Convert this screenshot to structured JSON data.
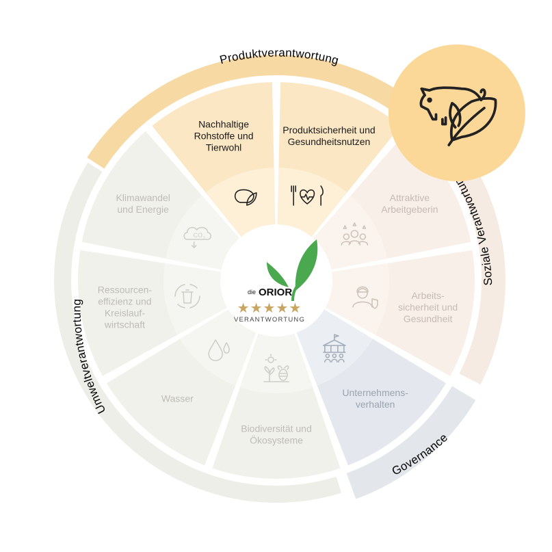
{
  "colors": {
    "active_fill": "#fbe7c4",
    "active_ring": "#f7d9a3",
    "active_text": "#1a1a1a",
    "env_fill": "#f1f1ec",
    "env_ring": "#eeeee8",
    "env_text": "#bdbdb5",
    "social_fill": "#f8efe8",
    "social_ring": "#f5ebe3",
    "social_text": "#c6bcb4",
    "gov_fill": "#e4e8ee",
    "gov_ring": "#e3e7ec",
    "gov_text": "#9aa3ae",
    "logo_green": "#4aa84f",
    "logo_gold": "#c8a560",
    "highlight_circle": "#fcd898"
  },
  "rings": {
    "produkt": "Produktverantwortung",
    "sozial": "Soziale Verantwortung",
    "governance": "Governance",
    "umwelt": "Umweltverantwortung"
  },
  "segments": [
    {
      "id": "rohstoffe",
      "lines": [
        "Nachhaltige",
        "Rohstoffe und",
        "Tierwohl"
      ],
      "icon": "pig-leaf-icon",
      "group": "produkt"
    },
    {
      "id": "produktsicherheit",
      "lines": [
        "Produktsicherheit und",
        "Gesundheitsnutzen"
      ],
      "icon": "heart-cutlery-icon",
      "group": "produkt"
    },
    {
      "id": "arbeitgeberin",
      "lines": [
        "Attraktive",
        "Arbeitgeberin"
      ],
      "icon": "team-stars-icon",
      "group": "sozial"
    },
    {
      "id": "arbeitssicherheit",
      "lines": [
        "Arbeits-",
        "sicherheit und",
        "Gesundheit"
      ],
      "icon": "worker-shield-icon",
      "group": "sozial"
    },
    {
      "id": "unternehmensverhalten",
      "lines": [
        "Unternehmens-",
        "verhalten"
      ],
      "icon": "institution-people-icon",
      "group": "governance"
    },
    {
      "id": "biodiversitaet",
      "lines": [
        "Biodiversität und",
        "Ökosysteme"
      ],
      "icon": "bee-plant-icon",
      "group": "umwelt"
    },
    {
      "id": "wasser",
      "lines": [
        "Wasser"
      ],
      "icon": "water-drops-icon",
      "group": "umwelt"
    },
    {
      "id": "ressourcen",
      "lines": [
        "Ressourcen-",
        "effizienz und",
        "Kreislauf-",
        "wirtschaft"
      ],
      "icon": "recycle-bin-icon",
      "group": "umwelt"
    },
    {
      "id": "klima",
      "lines": [
        "Klimawandel",
        "und Energie"
      ],
      "icon": "cloud-co2-icon",
      "group": "umwelt"
    }
  ],
  "logo": {
    "prefix": "die",
    "name": "ORIOR",
    "stars": "★★★★★",
    "tagline": "VERANTWORTUNG"
  },
  "co2_label": "CO",
  "co2_sub": "2",
  "highlight_icon": "pig-leaf-icon"
}
